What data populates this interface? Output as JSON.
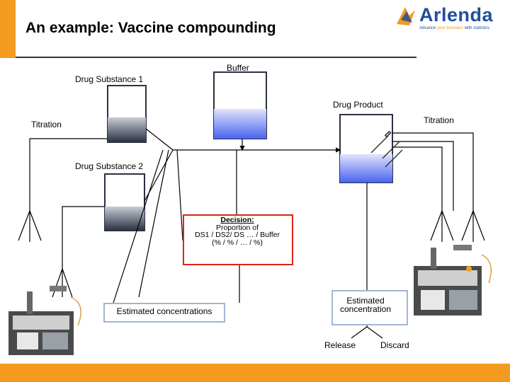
{
  "header": {
    "title": "An example: Vaccine compounding",
    "logo": {
      "name": "Arlenda",
      "tagline_pre": "Advance ",
      "tagline_accent": "your business",
      "tagline_post": " with statistics"
    }
  },
  "colors": {
    "brand_orange": "#f39a1f",
    "brand_blue": "#1f4f9c",
    "decision_border": "#e0231b",
    "box_border": "#9fb7d3"
  },
  "diagram": {
    "drug_substance_1": "Drug Substance 1",
    "buffer": "Buffer",
    "drug_product": "Drug Product",
    "titration_left": "Titration",
    "titration_right": "Titration",
    "drug_substance_2": "Drug Substance 2",
    "decision": {
      "heading": "Decision:",
      "line1": "Proportion of",
      "line2": "DS1 / DS2/ DS … / Buffer",
      "line3": "(% / % / … / %)"
    },
    "estimated_concentrations": "Estimated concentrations",
    "estimated_concentration": "Estimated concentration",
    "release": "Release",
    "discard": "Discard"
  }
}
